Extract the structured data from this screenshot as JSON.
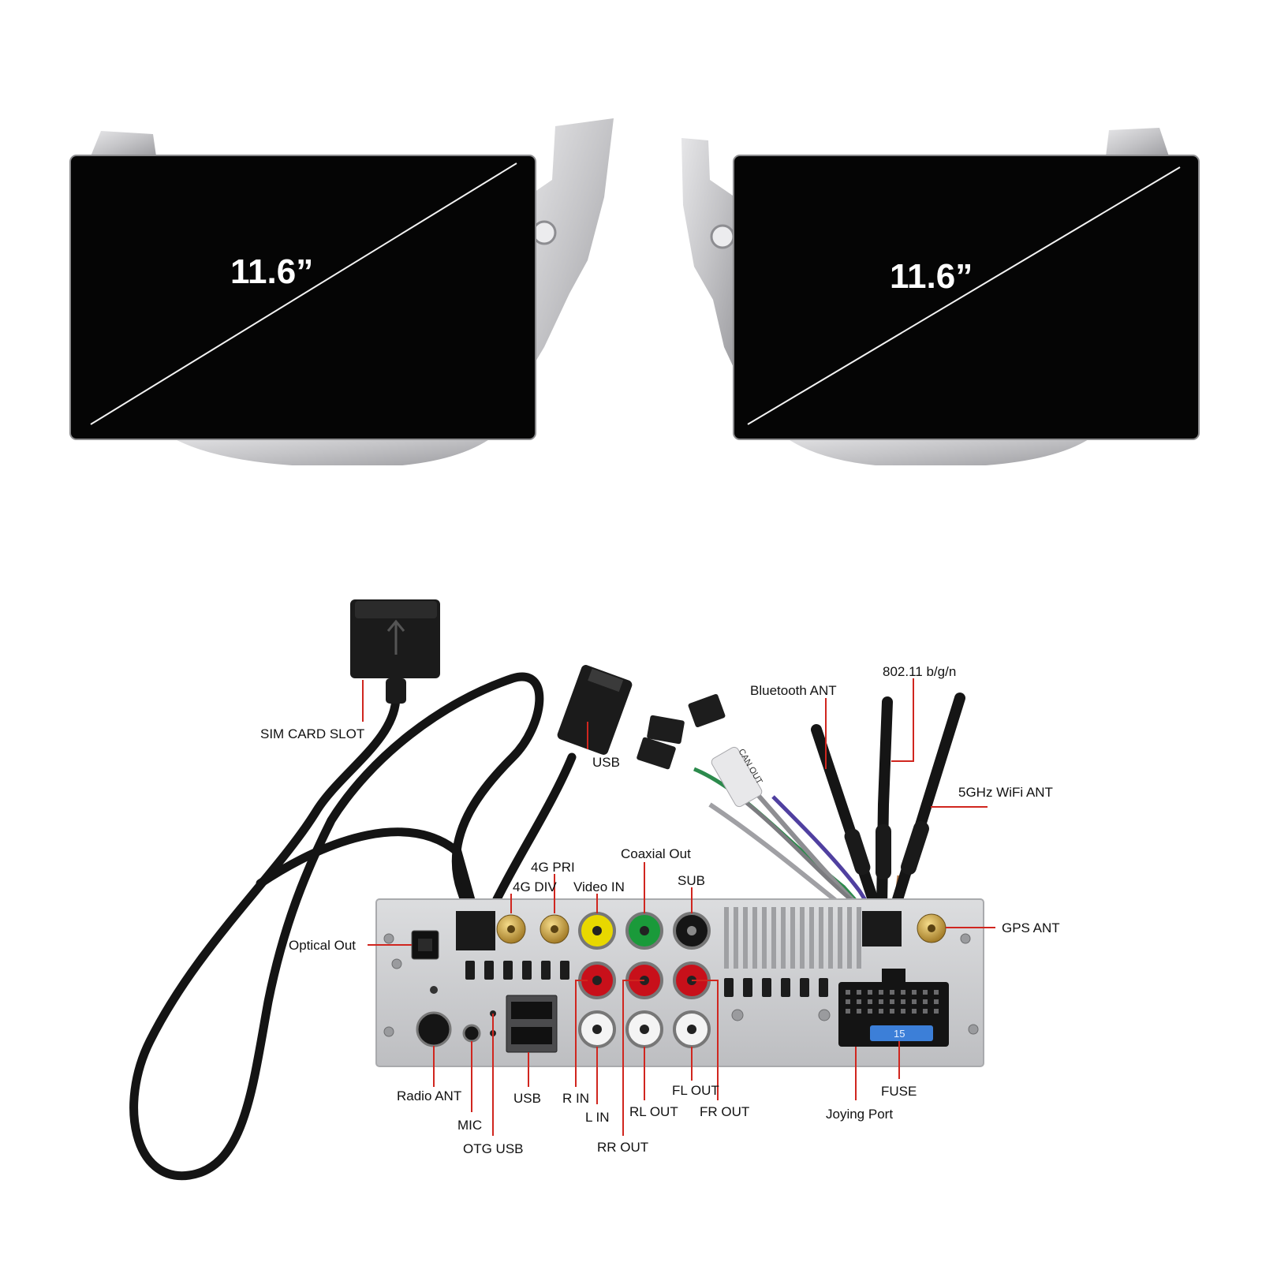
{
  "screens": [
    {
      "size_label": "11.6”"
    },
    {
      "size_label": "11.6”"
    }
  ],
  "callouts": {
    "sim_card_slot": "SIM CARD SLOT",
    "usb_cable": "USB",
    "bluetooth_ant": "Bluetooth ANT",
    "wifi_80211": "802.11 b/g/n",
    "wifi_5ghz": "5GHz WiFi ANT",
    "coaxial_out": "Coaxial Out",
    "pri_4g": "4G PRI",
    "div_4g": "4G DIV",
    "video_in": "Video IN",
    "sub": "SUB",
    "optical_out": "Optical Out",
    "gps_ant": "GPS ANT",
    "radio_ant": "Radio ANT",
    "mic": "MIC",
    "otg_usb": "OTG USB",
    "usb_port": "USB",
    "r_in": "R IN",
    "l_in": "L IN",
    "rr_out": "RR OUT",
    "rl_out": "RL OUT",
    "fl_out": "FL OUT",
    "fr_out": "FR OUT",
    "fuse": "FUSE",
    "joying_port": "Joying Port"
  },
  "connector_tags": {
    "can_out": "CAN OUT",
    "fuse_rating": "15"
  },
  "colors": {
    "screen": "#050505",
    "bezel": "#c9c9cb",
    "panel": "#cfd0d2",
    "leader": "#d0261f",
    "rca_red": "#c8101a",
    "rca_yellow": "#e8d800",
    "rca_green": "#1a9a3a",
    "rca_white": "#f4f4f4",
    "rca_black": "#151515",
    "sma_gold": "#c9a03a",
    "fuse_blue": "#3c7fd8"
  }
}
